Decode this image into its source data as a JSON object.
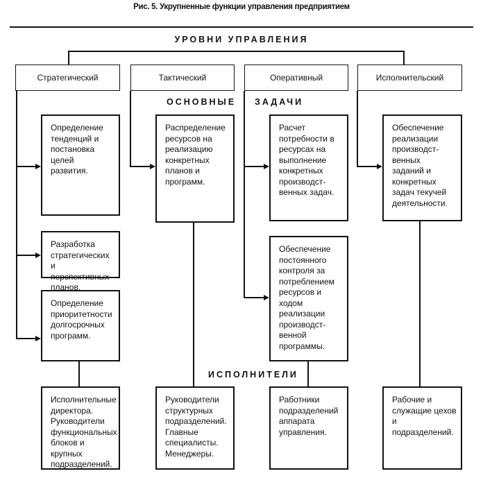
{
  "title": "Рис. 5. Укрупненные функции управления предприятием",
  "levels_heading": "УРОВНИ УПРАВЛЕНИЯ",
  "levels": [
    "Стратегический",
    "Тактический",
    "Оперативный",
    "Исполнительский"
  ],
  "tasks_heading": [
    "ОСНОВНЫЕ",
    "ЗАДАЧИ"
  ],
  "tasks": {
    "strategic": [
      "Определение\nтенденций и\nпостановка\nцелей\nразвития.",
      "Разработка\nстратегических и\nперспективных\nпланов.",
      "Определение\nприоритетности\nдолгосрочных\nпрограмм."
    ],
    "tactical": [
      "Распределение\nресурсов на\nреализацию\nконкретных\nпланов и\nпрограмм."
    ],
    "operational": [
      "Расчет\nпотребности в\nресурсах на\nвыполнение\nконкретных\nпроизводст-\nвенных задач.",
      "Обеспечение\nпостоянного\nконтроля за\nпотреблением\nресурсов и\nходом\nреализации\nпроизводст-\nвенной\nпрограммы."
    ],
    "executive": [
      "Обеспечение\nреализации\nпроизводст-\nвенных\nзаданий и\nконкретных\nзадач текучей\nдеятельности."
    ]
  },
  "executors_heading": "ИСПОЛНИТЕЛИ",
  "executors": [
    "Исполнительные\nдиректора.\nРуководители\nфункциональных\nблоков и крупных\nподразделений.",
    "Руководители\nструктурных\nподразделений.\nГлавные\nспециалисты.\nМенеджеры.",
    "Работники\nподразделений\nаппарата\nуправления.",
    "Рабочие и\nслужащие цехов\nи подразделений."
  ]
}
